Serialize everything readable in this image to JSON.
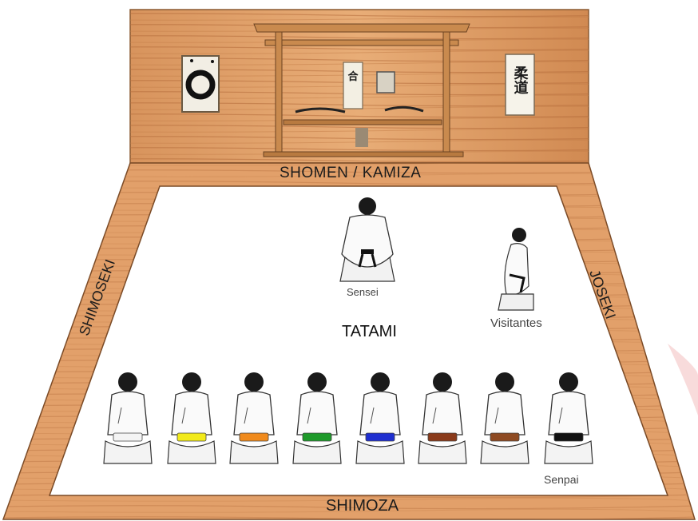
{
  "labels": {
    "shomen": "SHOMEN / KAMIZA",
    "shimoza": "SHIMOZA",
    "shimoseki": "SHIMOSEKI",
    "joseki": "JOSEKI",
    "tatami": "TATAMI",
    "sensei": "Sensei",
    "visitantes": "Visitantes",
    "senpai": "Senpai"
  },
  "scrolls": {
    "left_calligraphy": "合",
    "right_calligraphy": "柔道"
  },
  "students": [
    {
      "belt": "white",
      "color": "#f4f4f4"
    },
    {
      "belt": "yellow",
      "color": "#f2ea1a"
    },
    {
      "belt": "orange",
      "color": "#f08a1c"
    },
    {
      "belt": "green",
      "color": "#1e9a2a"
    },
    {
      "belt": "blue",
      "color": "#1f2fd0"
    },
    {
      "belt": "brown",
      "color": "#8a3a1a"
    },
    {
      "belt": "brown",
      "color": "#8e4a22"
    },
    {
      "belt": "black",
      "color": "#111111"
    }
  ],
  "colors": {
    "wood_light": "#e3a36e",
    "wood_dark": "#c27a47",
    "tatami_border": "#dc9a62",
    "tatami": "#ffffff",
    "shrine": "#c88a4e"
  }
}
